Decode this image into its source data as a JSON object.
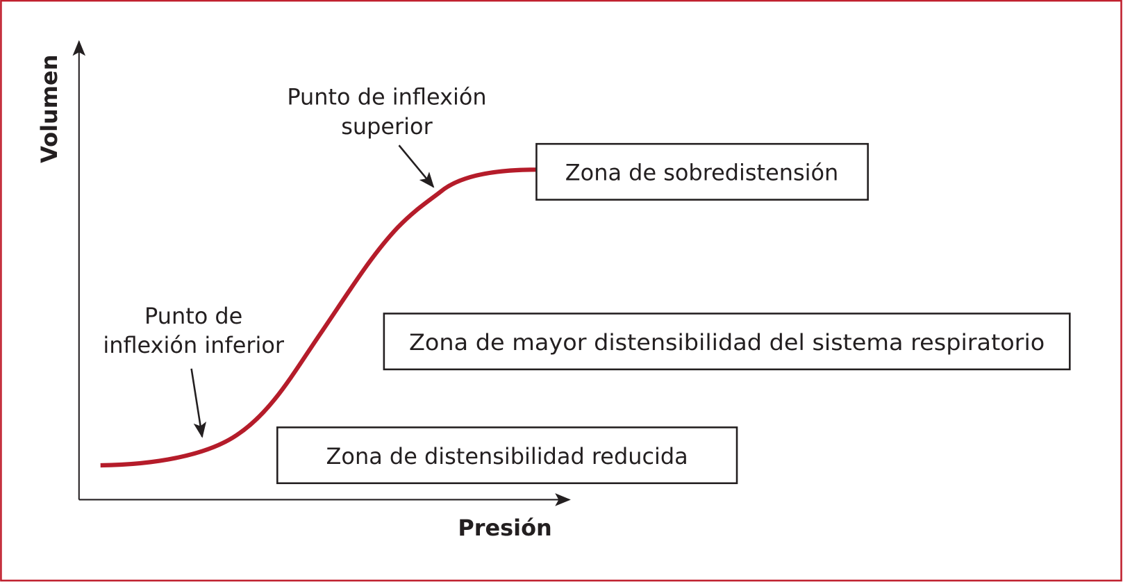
{
  "axes": {
    "x_label": "Presión",
    "y_label": "Volumen"
  },
  "annotations": {
    "upper_inflection": [
      "Punto de inflexión",
      "superior"
    ],
    "lower_inflection": [
      "Punto de",
      "inflexión inferior"
    ]
  },
  "zones": {
    "overdistension": "Zona de sobredistensión",
    "high_compliance": "Zona de mayor distensibilidad del sistema respiratorio",
    "reduced_compliance": "Zona de distensibilidad reducida"
  },
  "colors": {
    "curve": "#b51c2a",
    "frame": "#c0202e",
    "ink": "#231f20"
  }
}
